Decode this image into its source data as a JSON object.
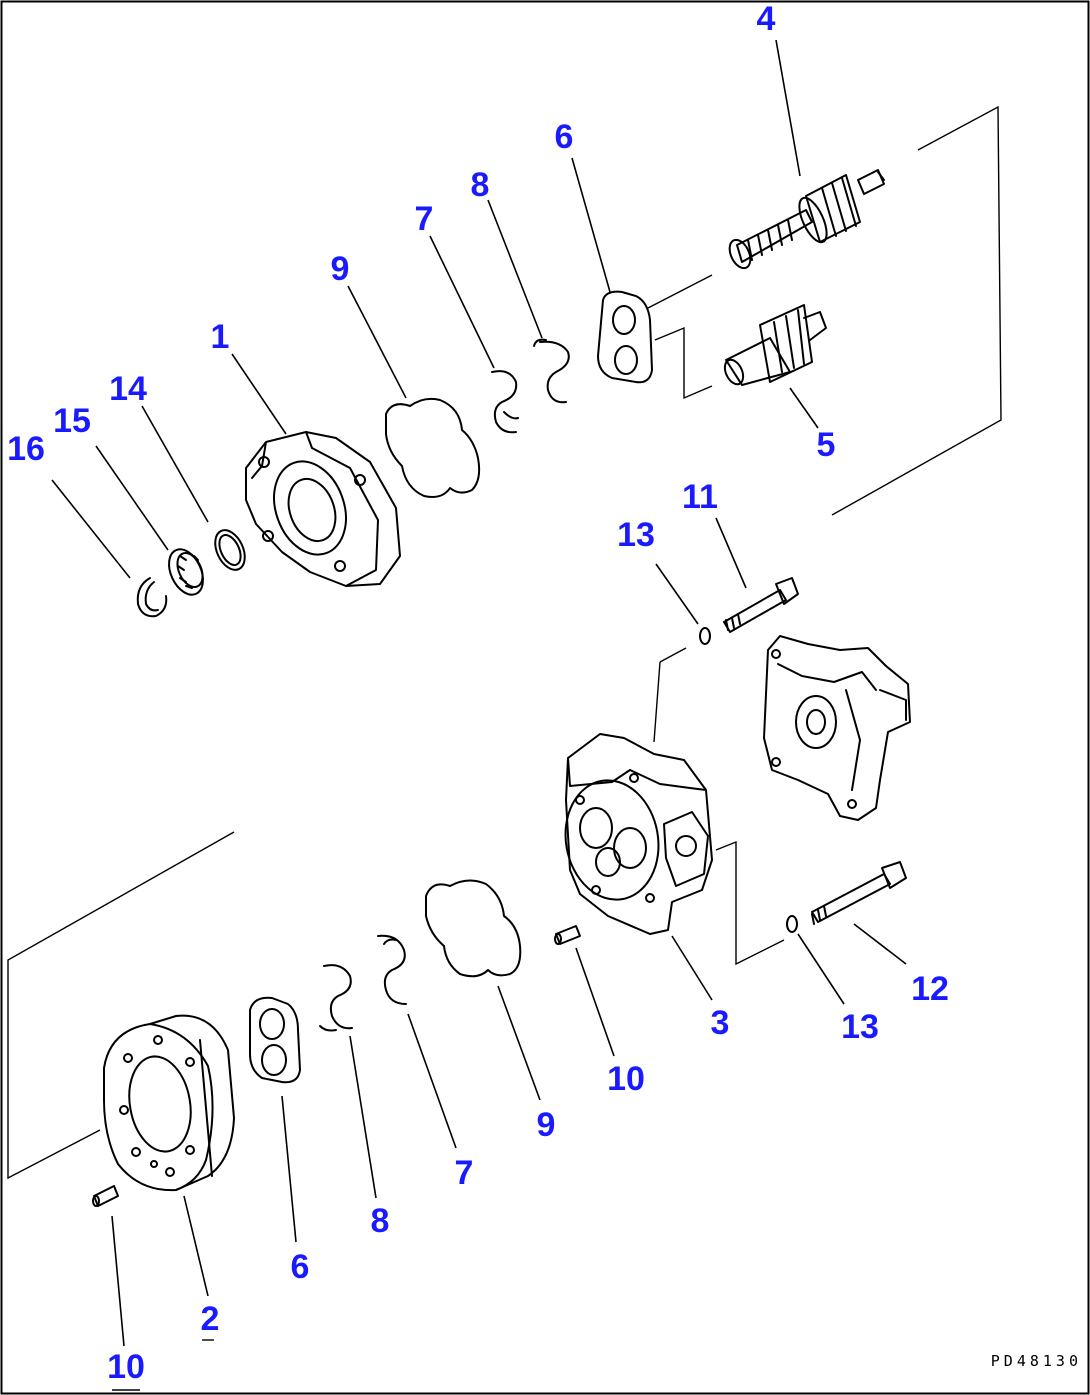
{
  "drawing": {
    "code": "PD48130"
  },
  "callouts": [
    {
      "id": "c4",
      "text": "4"
    },
    {
      "id": "c6a",
      "text": "6"
    },
    {
      "id": "c8a",
      "text": "8"
    },
    {
      "id": "c7a",
      "text": "7"
    },
    {
      "id": "c9a",
      "text": "9"
    },
    {
      "id": "c1",
      "text": "1"
    },
    {
      "id": "c14",
      "text": "14"
    },
    {
      "id": "c15",
      "text": "15"
    },
    {
      "id": "c16",
      "text": "16"
    },
    {
      "id": "c5",
      "text": "5"
    },
    {
      "id": "c11",
      "text": "11"
    },
    {
      "id": "c13a",
      "text": "13"
    },
    {
      "id": "c12",
      "text": "12"
    },
    {
      "id": "c13b",
      "text": "13"
    },
    {
      "id": "c3",
      "text": "3"
    },
    {
      "id": "c10a",
      "text": "10"
    },
    {
      "id": "c9b",
      "text": "9"
    },
    {
      "id": "c7b",
      "text": "7"
    },
    {
      "id": "c8b",
      "text": "8"
    },
    {
      "id": "c6b",
      "text": "6"
    },
    {
      "id": "c2",
      "text": "2"
    },
    {
      "id": "c10b",
      "text": "10"
    }
  ]
}
